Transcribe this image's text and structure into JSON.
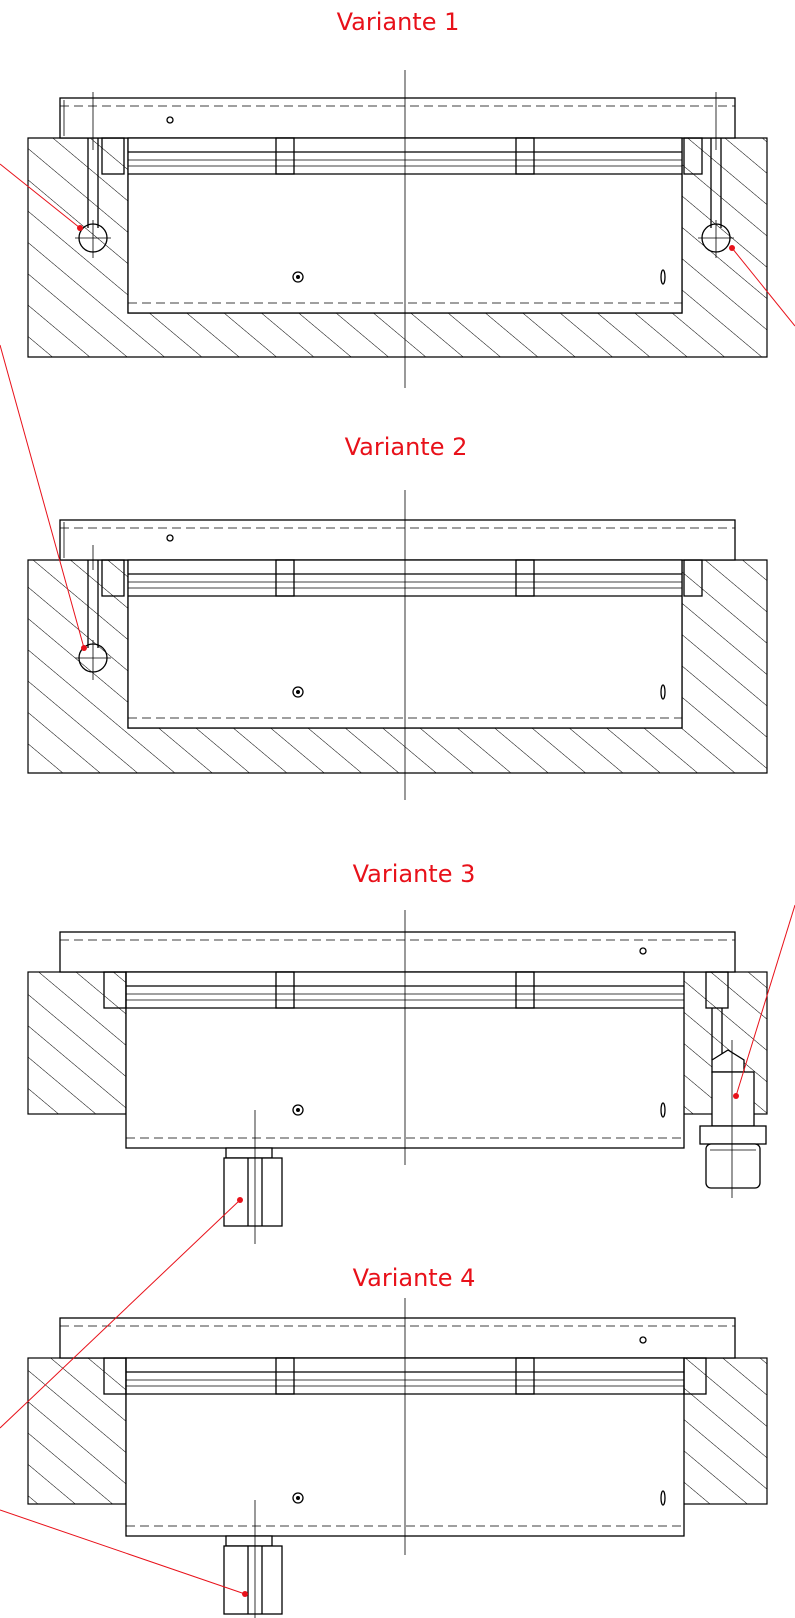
{
  "variants": [
    {
      "label": "Variante 1"
    },
    {
      "label": "Variante 2"
    },
    {
      "label": "Variante 3"
    },
    {
      "label": "Variante 4"
    }
  ],
  "colors": {
    "annotation": "#e8111a",
    "line": "#000000",
    "background": "#ffffff"
  }
}
